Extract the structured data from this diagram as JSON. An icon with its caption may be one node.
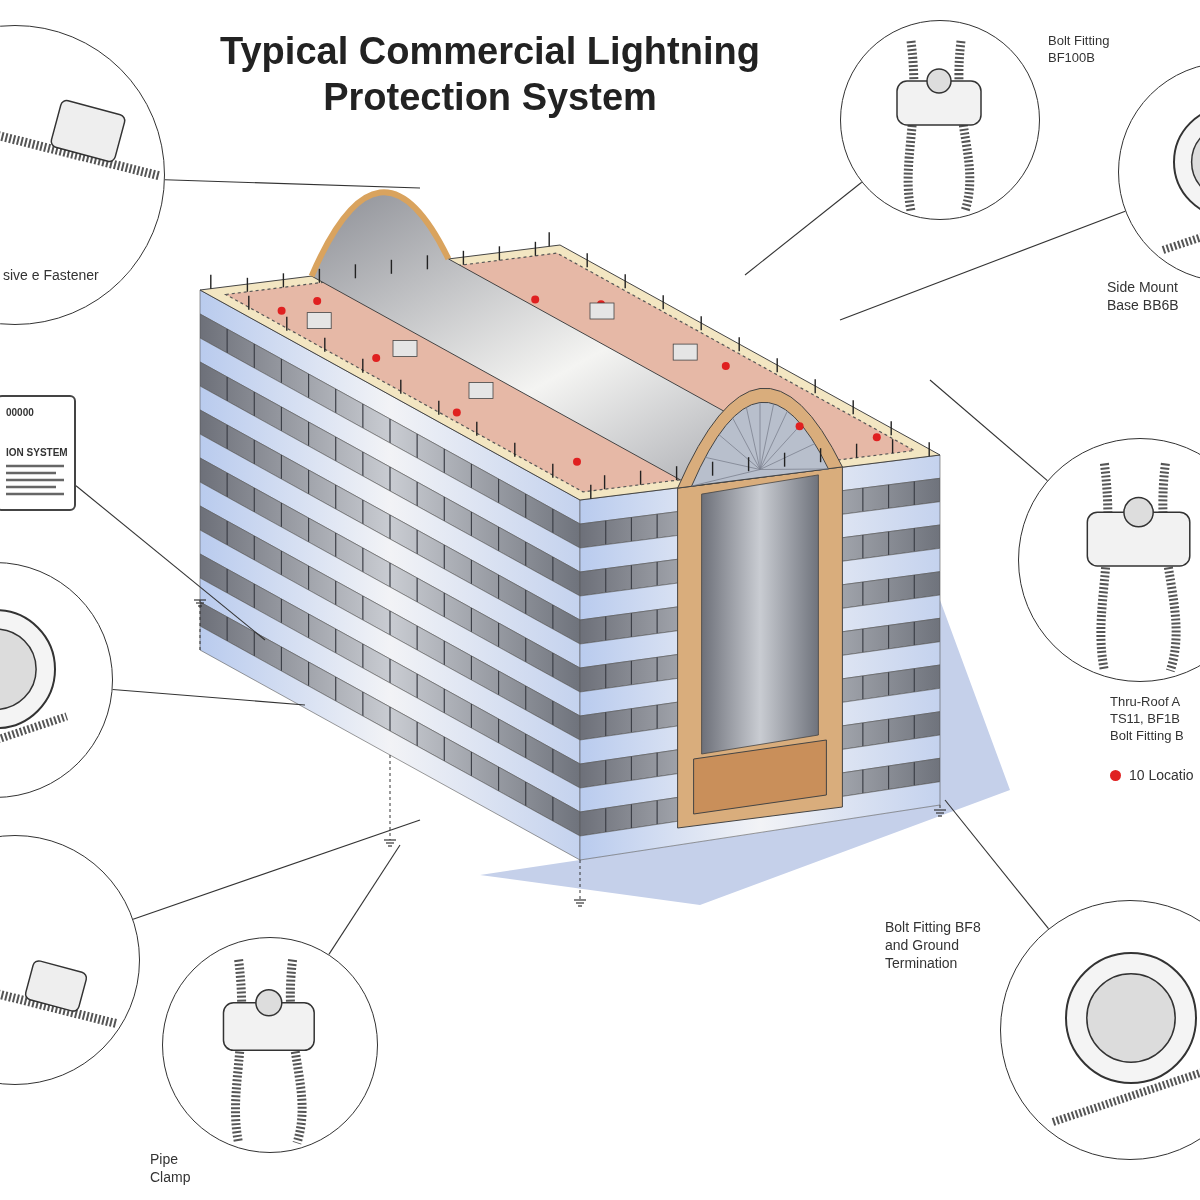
{
  "diagram": {
    "title": "Typical Commercial Lightning Protection System",
    "nodes": [
      {
        "text": [
          "sive e Fastener"
        ]
      },
      {
        "text": [],
        "shape": "picture",
        "beside": [
          "Bolt Fitting BF100B"
        ]
      },
      {
        "text": [],
        "shape": "picture",
        "beside": [
          "Side Mount Base BB6B"
        ]
      },
      {
        "text": [
          "00000",
          "ION SYSTEM"
        ]
      },
      {
        "text": [],
        "shape": "picture",
        "beside": [
          "Thru-Roof A TS11, BF1B Bolt Fitting B"
        ]
      },
      {
        "text": [],
        "shape": "picture"
      },
      {
        "text": [],
        "shape": "picture"
      },
      {
        "text": [],
        "shape": "picture",
        "beside": [
          "Pipe Clamp"
        ]
      },
      {
        "text": [],
        "shape": "picture",
        "beside": [
          "Bolt Fitting BF8 and Ground Termination"
        ]
      }
    ],
    "edges": [
      {
        "from": 0,
        "to": null,
        "arrow": "none"
      },
      {
        "from": 1,
        "to": null,
        "arrow": "none"
      },
      {
        "from": 2,
        "to": null,
        "arrow": "none"
      },
      {
        "from": 3,
        "to": null,
        "arrow": "none"
      },
      {
        "from": 4,
        "to": null,
        "arrow": "none"
      },
      {
        "from": 5,
        "to": null,
        "arrow": "none"
      },
      {
        "from": 6,
        "to": null,
        "arrow": "none"
      },
      {
        "from": 7,
        "to": null,
        "arrow": "none"
      },
      {
        "from": 8,
        "to": null,
        "arrow": "none"
      }
    ],
    "legend": [
      {
        "text": "10 Locatio",
        "color": "#e02020"
      }
    ]
  }
}
